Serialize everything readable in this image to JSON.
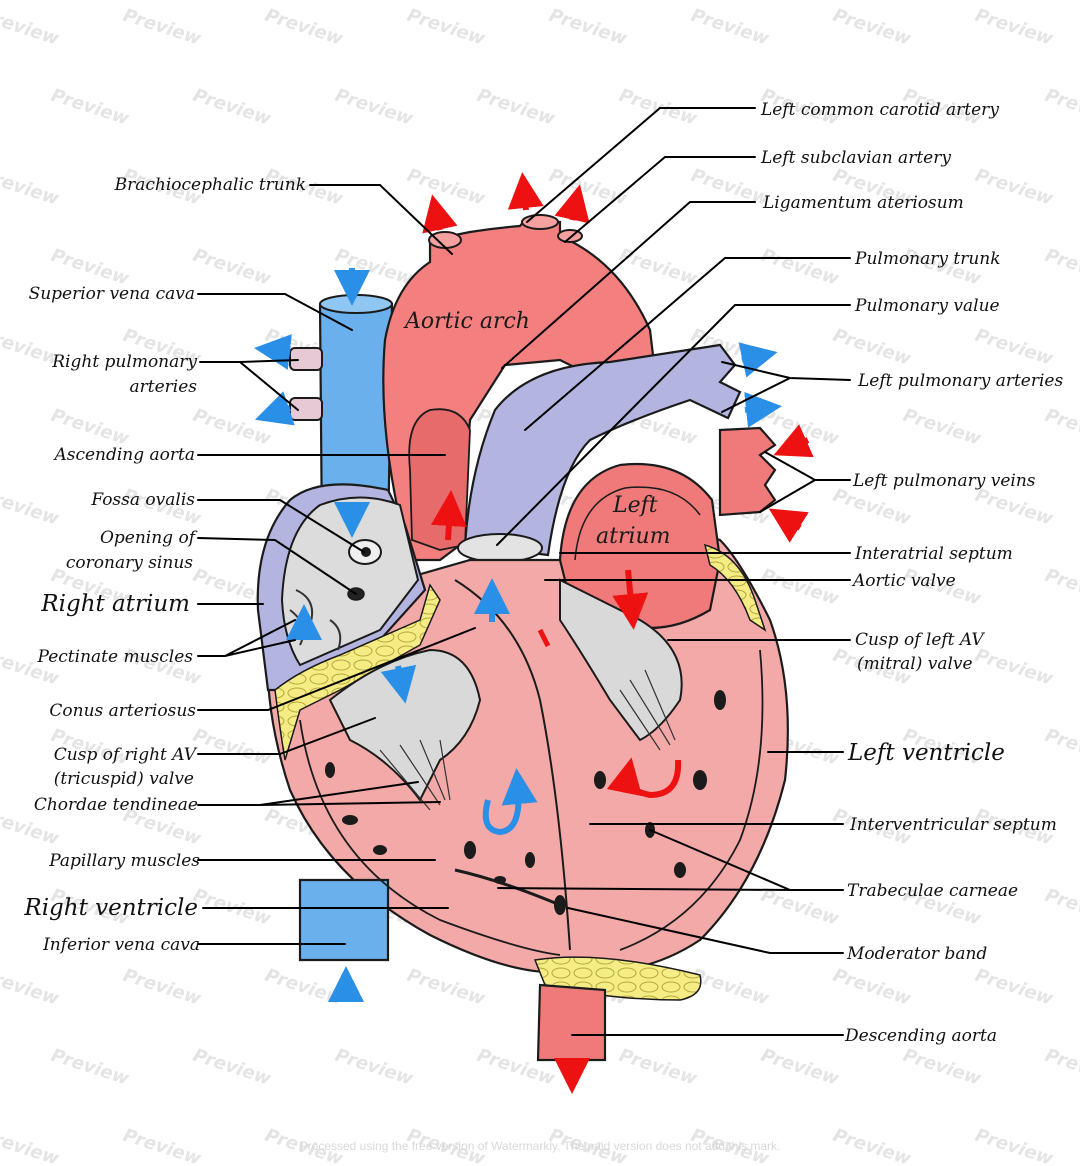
{
  "labels": {
    "left_common_carotid_artery": "Left common carotid artery",
    "left_subclavian_artery": "Left subclavian artery",
    "ligamentum_ateriosum": "Ligamentum ateriosum",
    "brachiocephalic_trunk": "Brachiocephalic trunk",
    "pulmonary_trunk": "Pulmonary trunk",
    "pulmonary_value": "Pulmonary value",
    "superior_vena_cava": "Superior vena cava",
    "right_pulmonary_arteries_1": "Right pulmonary",
    "right_pulmonary_arteries_2": "arteries",
    "left_pulmonary_arteries": "Left pulmonary arteries",
    "ascending_aorta": "Ascending aorta",
    "left_pulmonary_veins": "Left pulmonary veins",
    "fossa_ovalis": "Fossa ovalis",
    "opening_coronary_sinus_1": "Opening of",
    "opening_coronary_sinus_2": "coronary sinus",
    "interatrial_septum": "Interatrial septum",
    "aortic_valve": "Aortic valve",
    "right_atrium": "Right atrium",
    "cusp_left_av_1": "Cusp of left AV",
    "cusp_left_av_2": "(mitral) valve",
    "pectinate_muscles": "Pectinate muscles",
    "conus_arteriosus": "Conus arteriosus",
    "left_ventricle": "Left ventricle",
    "cusp_right_av_1": "Cusp of right AV",
    "cusp_right_av_2": "(tricuspid) valve",
    "chordae_tendineae": "Chordae tendineae",
    "interventricular_septum": "Interventricular septum",
    "papillary_muscles": "Papillary muscles",
    "trabeculae_carneae": "Trabeculae carneae",
    "right_ventricle": "Right ventricle",
    "moderator_band": "Moderator band",
    "inferior_vena_cava": "Inferior vena cava",
    "descending_aorta": "Descending aorta"
  },
  "regions": {
    "aortic_arch": "Aortic arch",
    "left_atrium_1": "Left",
    "left_atrium_2": "atrium"
  },
  "watermark": "Preview",
  "footer_note": "Processed using the free version of Watermarkly. The paid version does not add this mark.",
  "colors": {
    "oxygenated": "#f07a7a",
    "aorta": "#f37f7f",
    "deoxygenated": "#b3b5e0",
    "vena_cava": "#6ab0ec",
    "myocardium": "#f3a9a8",
    "fat": "#f6ec86",
    "valve_grey": "#d9d9d9",
    "arrow_red": "#ee1111",
    "arrow_blue": "#2a8fe6"
  }
}
